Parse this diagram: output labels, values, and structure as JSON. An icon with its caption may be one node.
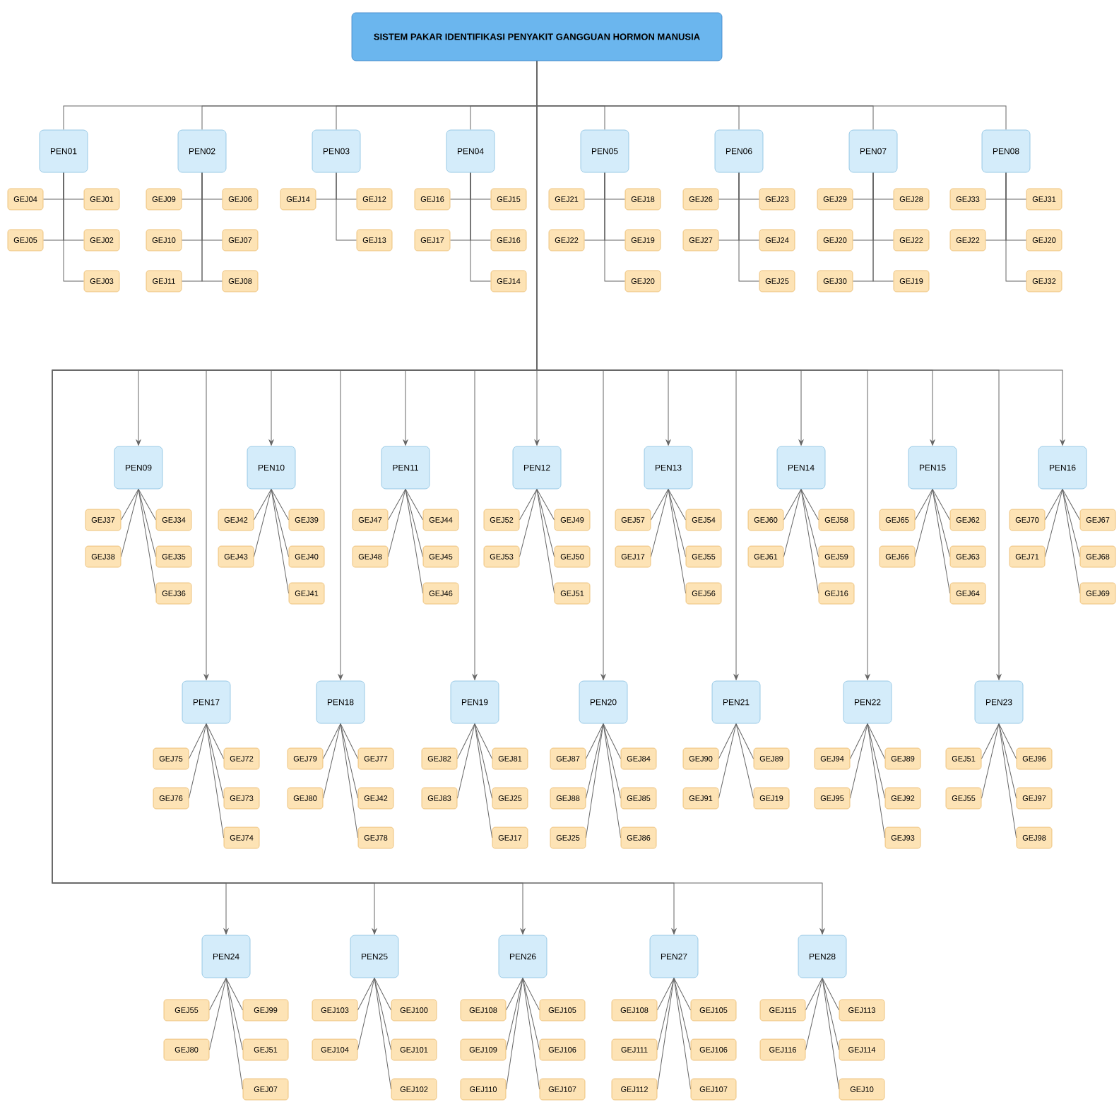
{
  "diagram": {
    "nodes": [
      {
        "text": [
          "SISTEM PAKAR IDENTIFIKASI PENYAKIT GANGGUAN HORMON MANUSIA"
        ]
      },
      {
        "text": [
          "PEN01"
        ]
      },
      {
        "text": [
          "PEN02"
        ]
      },
      {
        "text": [
          "PEN03"
        ]
      },
      {
        "text": [
          "PEN04"
        ]
      },
      {
        "text": [
          "PEN05"
        ]
      },
      {
        "text": [
          "PEN06"
        ]
      },
      {
        "text": [
          "PEN07"
        ]
      },
      {
        "text": [
          "PEN08"
        ]
      },
      {
        "text": [
          "PEN09"
        ]
      },
      {
        "text": [
          "PEN10"
        ]
      },
      {
        "text": [
          "PEN11"
        ]
      },
      {
        "text": [
          "PEN12"
        ]
      },
      {
        "text": [
          "PEN13"
        ]
      },
      {
        "text": [
          "PEN14"
        ]
      },
      {
        "text": [
          "PEN15"
        ]
      },
      {
        "text": [
          "PEN16"
        ]
      },
      {
        "text": [
          "PEN17"
        ]
      },
      {
        "text": [
          "PEN18"
        ]
      },
      {
        "text": [
          "PEN19"
        ]
      },
      {
        "text": [
          "PEN20"
        ]
      },
      {
        "text": [
          "PEN21"
        ]
      },
      {
        "text": [
          "PEN22"
        ]
      },
      {
        "text": [
          "PEN23"
        ]
      },
      {
        "text": [
          "PEN24"
        ]
      },
      {
        "text": [
          "PEN25"
        ]
      },
      {
        "text": [
          "PEN26"
        ]
      },
      {
        "text": [
          "PEN27"
        ]
      },
      {
        "text": [
          "PEN28"
        ]
      },
      {
        "text": [
          "GEJ04"
        ]
      },
      {
        "text": [
          "GEJ05"
        ]
      },
      {
        "text": [
          "GEJ01"
        ]
      },
      {
        "text": [
          "GEJ02"
        ]
      },
      {
        "text": [
          "GEJ03"
        ]
      },
      {
        "text": [
          "GEJ09"
        ]
      },
      {
        "text": [
          "GEJ10"
        ]
      },
      {
        "text": [
          "GEJ11"
        ]
      },
      {
        "text": [
          "GEJ06"
        ]
      },
      {
        "text": [
          "GEJ07"
        ]
      },
      {
        "text": [
          "GEJ08"
        ]
      },
      {
        "text": [
          "GEJ14"
        ]
      },
      {
        "text": [
          "GEJ12"
        ]
      },
      {
        "text": [
          "GEJ13"
        ]
      },
      {
        "text": [
          "GEJ16"
        ]
      },
      {
        "text": [
          "GEJ17"
        ]
      },
      {
        "text": [
          "GEJ15"
        ]
      },
      {
        "text": [
          "GEJ16"
        ]
      },
      {
        "text": [
          "GEJ14"
        ]
      },
      {
        "text": [
          "GEJ21"
        ]
      },
      {
        "text": [
          "GEJ22"
        ]
      },
      {
        "text": [
          "GEJ18"
        ]
      },
      {
        "text": [
          "GEJ19"
        ]
      },
      {
        "text": [
          "GEJ20"
        ]
      },
      {
        "text": [
          "GEJ26"
        ]
      },
      {
        "text": [
          "GEJ27"
        ]
      },
      {
        "text": [
          "GEJ23"
        ]
      },
      {
        "text": [
          "GEJ24"
        ]
      },
      {
        "text": [
          "GEJ25"
        ]
      },
      {
        "text": [
          "GEJ29"
        ]
      },
      {
        "text": [
          "GEJ20"
        ]
      },
      {
        "text": [
          "GEJ30"
        ]
      },
      {
        "text": [
          "GEJ28"
        ]
      },
      {
        "text": [
          "GEJ22"
        ]
      },
      {
        "text": [
          "GEJ19"
        ]
      },
      {
        "text": [
          "GEJ33"
        ]
      },
      {
        "text": [
          "GEJ22"
        ]
      },
      {
        "text": [
          "GEJ31"
        ]
      },
      {
        "text": [
          "GEJ20"
        ]
      },
      {
        "text": [
          "GEJ32"
        ]
      },
      {
        "text": [
          "GEJ37"
        ]
      },
      {
        "text": [
          "GEJ38"
        ]
      },
      {
        "text": [
          "GEJ34"
        ]
      },
      {
        "text": [
          "GEJ35"
        ]
      },
      {
        "text": [
          "GEJ36"
        ]
      },
      {
        "text": [
          "GEJ42"
        ]
      },
      {
        "text": [
          "GEJ43"
        ]
      },
      {
        "text": [
          "GEJ39"
        ]
      },
      {
        "text": [
          "GEJ40"
        ]
      },
      {
        "text": [
          "GEJ41"
        ]
      },
      {
        "text": [
          "GEJ47"
        ]
      },
      {
        "text": [
          "GEJ48"
        ]
      },
      {
        "text": [
          "GEJ44"
        ]
      },
      {
        "text": [
          "GEJ45"
        ]
      },
      {
        "text": [
          "GEJ46"
        ]
      },
      {
        "text": [
          "GEJ52"
        ]
      },
      {
        "text": [
          "GEJ53"
        ]
      },
      {
        "text": [
          "GEJ49"
        ]
      },
      {
        "text": [
          "GEJ50"
        ]
      },
      {
        "text": [
          "GEJ51"
        ]
      },
      {
        "text": [
          "GEJ57"
        ]
      },
      {
        "text": [
          "GEJ17"
        ]
      },
      {
        "text": [
          "GEJ54"
        ]
      },
      {
        "text": [
          "GEJ55"
        ]
      },
      {
        "text": [
          "GEJ56"
        ]
      },
      {
        "text": [
          "GEJ60"
        ]
      },
      {
        "text": [
          "GEJ61"
        ]
      },
      {
        "text": [
          "GEJ58"
        ]
      },
      {
        "text": [
          "GEJ59"
        ]
      },
      {
        "text": [
          "GEJ16"
        ]
      },
      {
        "text": [
          "GEJ65"
        ]
      },
      {
        "text": [
          "GEJ66"
        ]
      },
      {
        "text": [
          "GEJ62"
        ]
      },
      {
        "text": [
          "GEJ63"
        ]
      },
      {
        "text": [
          "GEJ64"
        ]
      },
      {
        "text": [
          "GEJ70"
        ]
      },
      {
        "text": [
          "GEJ71"
        ]
      },
      {
        "text": [
          "GEJ67"
        ]
      },
      {
        "text": [
          "GEJ68"
        ]
      },
      {
        "text": [
          "GEJ69"
        ]
      },
      {
        "text": [
          "GEJ75"
        ]
      },
      {
        "text": [
          "GEJ76"
        ]
      },
      {
        "text": [
          "GEJ72"
        ]
      },
      {
        "text": [
          "GEJ73"
        ]
      },
      {
        "text": [
          "GEJ74"
        ]
      },
      {
        "text": [
          "GEJ79"
        ]
      },
      {
        "text": [
          "GEJ80"
        ]
      },
      {
        "text": [
          "GEJ77"
        ]
      },
      {
        "text": [
          "GEJ42"
        ]
      },
      {
        "text": [
          "GEJ78"
        ]
      },
      {
        "text": [
          "GEJ82"
        ]
      },
      {
        "text": [
          "GEJ83"
        ]
      },
      {
        "text": [
          "GEJ81"
        ]
      },
      {
        "text": [
          "GEJ25"
        ]
      },
      {
        "text": [
          "GEJ17"
        ]
      },
      {
        "text": [
          "GEJ87"
        ]
      },
      {
        "text": [
          "GEJ88"
        ]
      },
      {
        "text": [
          "GEJ25"
        ]
      },
      {
        "text": [
          "GEJ84"
        ]
      },
      {
        "text": [
          "GEJ85"
        ]
      },
      {
        "text": [
          "GEJ86"
        ]
      },
      {
        "text": [
          "GEJ90"
        ]
      },
      {
        "text": [
          "GEJ91"
        ]
      },
      {
        "text": [
          "GEJ89"
        ]
      },
      {
        "text": [
          "GEJ19"
        ]
      },
      {
        "text": [
          "GEJ94"
        ]
      },
      {
        "text": [
          "GEJ95"
        ]
      },
      {
        "text": [
          "GEJ89"
        ]
      },
      {
        "text": [
          "GEJ92"
        ]
      },
      {
        "text": [
          "GEJ93"
        ]
      },
      {
        "text": [
          "GEJ51"
        ]
      },
      {
        "text": [
          "GEJ55"
        ]
      },
      {
        "text": [
          "GEJ96"
        ]
      },
      {
        "text": [
          "GEJ97"
        ]
      },
      {
        "text": [
          "GEJ98"
        ]
      },
      {
        "text": [
          "GEJ55"
        ]
      },
      {
        "text": [
          "GEJ80"
        ]
      },
      {
        "text": [
          "GEJ99"
        ]
      },
      {
        "text": [
          "GEJ51"
        ]
      },
      {
        "text": [
          "GEJ07"
        ]
      },
      {
        "text": [
          "GEJ103"
        ]
      },
      {
        "text": [
          "GEJ104"
        ]
      },
      {
        "text": [
          "GEJ100"
        ]
      },
      {
        "text": [
          "GEJ101"
        ]
      },
      {
        "text": [
          "GEJ102"
        ]
      },
      {
        "text": [
          "GEJ108"
        ]
      },
      {
        "text": [
          "GEJ109"
        ]
      },
      {
        "text": [
          "GEJ110"
        ]
      },
      {
        "text": [
          "GEJ105"
        ]
      },
      {
        "text": [
          "GEJ106"
        ]
      },
      {
        "text": [
          "GEJ107"
        ]
      },
      {
        "text": [
          "GEJ108"
        ]
      },
      {
        "text": [
          "GEJ111"
        ]
      },
      {
        "text": [
          "GEJ112"
        ]
      },
      {
        "text": [
          "GEJ105"
        ]
      },
      {
        "text": [
          "GEJ106"
        ]
      },
      {
        "text": [
          "GEJ107"
        ]
      },
      {
        "text": [
          "GEJ115"
        ]
      },
      {
        "text": [
          "GEJ116"
        ]
      },
      {
        "text": [
          "GEJ113"
        ]
      },
      {
        "text": [
          "GEJ114"
        ]
      },
      {
        "text": [
          "GEJ10"
        ]
      }
    ],
    "edges": [
      {
        "from": 0,
        "to": 1,
        "arrow": "none"
      },
      {
        "from": 0,
        "to": 2,
        "arrow": "none"
      },
      {
        "from": 0,
        "to": 3,
        "arrow": "none"
      },
      {
        "from": 0,
        "to": 4,
        "arrow": "none"
      },
      {
        "from": 0,
        "to": 5,
        "arrow": "none"
      },
      {
        "from": 0,
        "to": 6,
        "arrow": "none"
      },
      {
        "from": 0,
        "to": 7,
        "arrow": "none"
      },
      {
        "from": 0,
        "to": 8,
        "arrow": "none"
      },
      {
        "from": 0,
        "to": 9,
        "arrow": "to"
      },
      {
        "from": 0,
        "to": 10,
        "arrow": "to"
      },
      {
        "from": 0,
        "to": 11,
        "arrow": "to"
      },
      {
        "from": 0,
        "to": 12,
        "arrow": "to"
      },
      {
        "from": 0,
        "to": 13,
        "arrow": "to"
      },
      {
        "from": 0,
        "to": 14,
        "arrow": "to"
      },
      {
        "from": 0,
        "to": 15,
        "arrow": "to"
      },
      {
        "from": 0,
        "to": 16,
        "arrow": "to"
      },
      {
        "from": 0,
        "to": 17,
        "arrow": "to"
      },
      {
        "from": 0,
        "to": 18,
        "arrow": "to"
      },
      {
        "from": 0,
        "to": 19,
        "arrow": "to"
      },
      {
        "from": 0,
        "to": 20,
        "arrow": "to"
      },
      {
        "from": 0,
        "to": 21,
        "arrow": "to"
      },
      {
        "from": 0,
        "to": 22,
        "arrow": "to"
      },
      {
        "from": 0,
        "to": 23,
        "arrow": "to"
      },
      {
        "from": 0,
        "to": 24,
        "arrow": "to"
      },
      {
        "from": 0,
        "to": 25,
        "arrow": "to"
      },
      {
        "from": 0,
        "to": 26,
        "arrow": "to"
      },
      {
        "from": 0,
        "to": 27,
        "arrow": "to"
      },
      {
        "from": 0,
        "to": 28,
        "arrow": "to"
      },
      {
        "from": 1,
        "to": 29,
        "arrow": "none"
      },
      {
        "from": 1,
        "to": 30,
        "arrow": "none"
      },
      {
        "from": 1,
        "to": 31,
        "arrow": "none"
      },
      {
        "from": 1,
        "to": 32,
        "arrow": "none"
      },
      {
        "from": 1,
        "to": 33,
        "arrow": "none"
      },
      {
        "from": 2,
        "to": 34,
        "arrow": "none"
      },
      {
        "from": 2,
        "to": 35,
        "arrow": "none"
      },
      {
        "from": 2,
        "to": 36,
        "arrow": "none"
      },
      {
        "from": 2,
        "to": 37,
        "arrow": "none"
      },
      {
        "from": 2,
        "to": 38,
        "arrow": "none"
      },
      {
        "from": 2,
        "to": 39,
        "arrow": "none"
      },
      {
        "from": 3,
        "to": 40,
        "arrow": "none"
      },
      {
        "from": 3,
        "to": 41,
        "arrow": "none"
      },
      {
        "from": 3,
        "to": 42,
        "arrow": "none"
      },
      {
        "from": 4,
        "to": 43,
        "arrow": "none"
      },
      {
        "from": 4,
        "to": 44,
        "arrow": "none"
      },
      {
        "from": 4,
        "to": 45,
        "arrow": "none"
      },
      {
        "from": 4,
        "to": 46,
        "arrow": "none"
      },
      {
        "from": 4,
        "to": 47,
        "arrow": "none"
      },
      {
        "from": 5,
        "to": 48,
        "arrow": "none"
      },
      {
        "from": 5,
        "to": 49,
        "arrow": "none"
      },
      {
        "from": 5,
        "to": 50,
        "arrow": "none"
      },
      {
        "from": 5,
        "to": 51,
        "arrow": "none"
      },
      {
        "from": 5,
        "to": 52,
        "arrow": "none"
      },
      {
        "from": 6,
        "to": 53,
        "arrow": "none"
      },
      {
        "from": 6,
        "to": 54,
        "arrow": "none"
      },
      {
        "from": 6,
        "to": 55,
        "arrow": "none"
      },
      {
        "from": 6,
        "to": 56,
        "arrow": "none"
      },
      {
        "from": 6,
        "to": 57,
        "arrow": "none"
      },
      {
        "from": 7,
        "to": 58,
        "arrow": "none"
      },
      {
        "from": 7,
        "to": 59,
        "arrow": "none"
      },
      {
        "from": 7,
        "to": 60,
        "arrow": "none"
      },
      {
        "from": 7,
        "to": 61,
        "arrow": "none"
      },
      {
        "from": 7,
        "to": 62,
        "arrow": "none"
      },
      {
        "from": 7,
        "to": 63,
        "arrow": "none"
      },
      {
        "from": 8,
        "to": 64,
        "arrow": "none"
      },
      {
        "from": 8,
        "to": 65,
        "arrow": "none"
      },
      {
        "from": 8,
        "to": 66,
        "arrow": "none"
      },
      {
        "from": 8,
        "to": 67,
        "arrow": "none"
      },
      {
        "from": 8,
        "to": 68,
        "arrow": "none"
      },
      {
        "from": 9,
        "to": 69,
        "arrow": "none"
      },
      {
        "from": 9,
        "to": 70,
        "arrow": "none"
      },
      {
        "from": 9,
        "to": 71,
        "arrow": "none"
      },
      {
        "from": 9,
        "to": 72,
        "arrow": "none"
      },
      {
        "from": 9,
        "to": 73,
        "arrow": "none"
      },
      {
        "from": 10,
        "to": 74,
        "arrow": "none"
      },
      {
        "from": 10,
        "to": 75,
        "arrow": "none"
      },
      {
        "from": 10,
        "to": 76,
        "arrow": "none"
      },
      {
        "from": 10,
        "to": 77,
        "arrow": "none"
      },
      {
        "from": 10,
        "to": 78,
        "arrow": "none"
      },
      {
        "from": 11,
        "to": 79,
        "arrow": "none"
      },
      {
        "from": 11,
        "to": 80,
        "arrow": "none"
      },
      {
        "from": 11,
        "to": 81,
        "arrow": "none"
      },
      {
        "from": 11,
        "to": 82,
        "arrow": "none"
      },
      {
        "from": 11,
        "to": 83,
        "arrow": "none"
      },
      {
        "from": 12,
        "to": 84,
        "arrow": "none"
      },
      {
        "from": 12,
        "to": 85,
        "arrow": "none"
      },
      {
        "from": 12,
        "to": 86,
        "arrow": "none"
      },
      {
        "from": 12,
        "to": 87,
        "arrow": "none"
      },
      {
        "from": 12,
        "to": 88,
        "arrow": "none"
      },
      {
        "from": 13,
        "to": 89,
        "arrow": "none"
      },
      {
        "from": 13,
        "to": 90,
        "arrow": "none"
      },
      {
        "from": 13,
        "to": 91,
        "arrow": "none"
      },
      {
        "from": 13,
        "to": 92,
        "arrow": "none"
      },
      {
        "from": 13,
        "to": 93,
        "arrow": "none"
      },
      {
        "from": 14,
        "to": 94,
        "arrow": "none"
      },
      {
        "from": 14,
        "to": 95,
        "arrow": "none"
      },
      {
        "from": 14,
        "to": 96,
        "arrow": "none"
      },
      {
        "from": 14,
        "to": 97,
        "arrow": "none"
      },
      {
        "from": 14,
        "to": 98,
        "arrow": "none"
      },
      {
        "from": 15,
        "to": 99,
        "arrow": "none"
      },
      {
        "from": 15,
        "to": 100,
        "arrow": "none"
      },
      {
        "from": 15,
        "to": 101,
        "arrow": "none"
      },
      {
        "from": 15,
        "to": 102,
        "arrow": "none"
      },
      {
        "from": 15,
        "to": 103,
        "arrow": "none"
      },
      {
        "from": 16,
        "to": 104,
        "arrow": "none"
      },
      {
        "from": 16,
        "to": 105,
        "arrow": "none"
      },
      {
        "from": 16,
        "to": 106,
        "arrow": "none"
      },
      {
        "from": 16,
        "to": 107,
        "arrow": "none"
      },
      {
        "from": 16,
        "to": 108,
        "arrow": "none"
      },
      {
        "from": 17,
        "to": 109,
        "arrow": "none"
      },
      {
        "from": 17,
        "to": 110,
        "arrow": "none"
      },
      {
        "from": 17,
        "to": 111,
        "arrow": "none"
      },
      {
        "from": 17,
        "to": 112,
        "arrow": "none"
      },
      {
        "from": 17,
        "to": 113,
        "arrow": "none"
      },
      {
        "from": 18,
        "to": 114,
        "arrow": "none"
      },
      {
        "from": 18,
        "to": 115,
        "arrow": "none"
      },
      {
        "from": 18,
        "to": 116,
        "arrow": "none"
      },
      {
        "from": 18,
        "to": 117,
        "arrow": "none"
      },
      {
        "from": 18,
        "to": 118,
        "arrow": "none"
      },
      {
        "from": 19,
        "to": 119,
        "arrow": "none"
      },
      {
        "from": 19,
        "to": 120,
        "arrow": "none"
      },
      {
        "from": 19,
        "to": 121,
        "arrow": "none"
      },
      {
        "from": 19,
        "to": 122,
        "arrow": "none"
      },
      {
        "from": 19,
        "to": 123,
        "arrow": "none"
      },
      {
        "from": 20,
        "to": 124,
        "arrow": "none"
      },
      {
        "from": 20,
        "to": 125,
        "arrow": "none"
      },
      {
        "from": 20,
        "to": 126,
        "arrow": "none"
      },
      {
        "from": 20,
        "to": 127,
        "arrow": "none"
      },
      {
        "from": 20,
        "to": 128,
        "arrow": "none"
      },
      {
        "from": 20,
        "to": 129,
        "arrow": "none"
      },
      {
        "from": 21,
        "to": 130,
        "arrow": "none"
      },
      {
        "from": 21,
        "to": 131,
        "arrow": "none"
      },
      {
        "from": 21,
        "to": 132,
        "arrow": "none"
      },
      {
        "from": 21,
        "to": 133,
        "arrow": "none"
      },
      {
        "from": 22,
        "to": 134,
        "arrow": "none"
      },
      {
        "from": 22,
        "to": 135,
        "arrow": "none"
      },
      {
        "from": 22,
        "to": 136,
        "arrow": "none"
      },
      {
        "from": 22,
        "to": 137,
        "arrow": "none"
      },
      {
        "from": 22,
        "to": 138,
        "arrow": "none"
      },
      {
        "from": 23,
        "to": 139,
        "arrow": "none"
      },
      {
        "from": 23,
        "to": 140,
        "arrow": "none"
      },
      {
        "from": 23,
        "to": 141,
        "arrow": "none"
      },
      {
        "from": 23,
        "to": 142,
        "arrow": "none"
      },
      {
        "from": 23,
        "to": 143,
        "arrow": "none"
      },
      {
        "from": 24,
        "to": 144,
        "arrow": "none"
      },
      {
        "from": 24,
        "to": 145,
        "arrow": "none"
      },
      {
        "from": 24,
        "to": 146,
        "arrow": "none"
      },
      {
        "from": 24,
        "to": 147,
        "arrow": "none"
      },
      {
        "from": 24,
        "to": 148,
        "arrow": "none"
      },
      {
        "from": 25,
        "to": 149,
        "arrow": "none"
      },
      {
        "from": 25,
        "to": 150,
        "arrow": "none"
      },
      {
        "from": 25,
        "to": 151,
        "arrow": "none"
      },
      {
        "from": 25,
        "to": 152,
        "arrow": "none"
      },
      {
        "from": 25,
        "to": 153,
        "arrow": "none"
      },
      {
        "from": 26,
        "to": 154,
        "arrow": "none"
      },
      {
        "from": 26,
        "to": 155,
        "arrow": "none"
      },
      {
        "from": 26,
        "to": 156,
        "arrow": "none"
      },
      {
        "from": 26,
        "to": 157,
        "arrow": "none"
      },
      {
        "from": 26,
        "to": 158,
        "arrow": "none"
      },
      {
        "from": 26,
        "to": 159,
        "arrow": "none"
      },
      {
        "from": 27,
        "to": 160,
        "arrow": "none"
      },
      {
        "from": 27,
        "to": 161,
        "arrow": "none"
      },
      {
        "from": 27,
        "to": 162,
        "arrow": "none"
      },
      {
        "from": 27,
        "to": 163,
        "arrow": "none"
      },
      {
        "from": 27,
        "to": 164,
        "arrow": "none"
      },
      {
        "from": 27,
        "to": 165,
        "arrow": "none"
      },
      {
        "from": 28,
        "to": 166,
        "arrow": "none"
      },
      {
        "from": 28,
        "to": 167,
        "arrow": "none"
      },
      {
        "from": 28,
        "to": 168,
        "arrow": "none"
      },
      {
        "from": 28,
        "to": 169,
        "arrow": "none"
      },
      {
        "from": 28,
        "to": 170,
        "arrow": "none"
      }
    ]
  }
}
